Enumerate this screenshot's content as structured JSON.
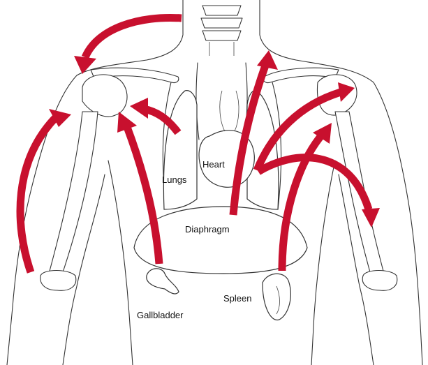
{
  "labels": {
    "heart": "Heart",
    "lungs": "Lungs",
    "diaphragm": "Diaphragm",
    "gallbladder": "Gallbladder",
    "spleen": "Spleen"
  },
  "colors": {
    "arrow": "#c8102e",
    "line": "#333333",
    "background": "#ffffff"
  }
}
